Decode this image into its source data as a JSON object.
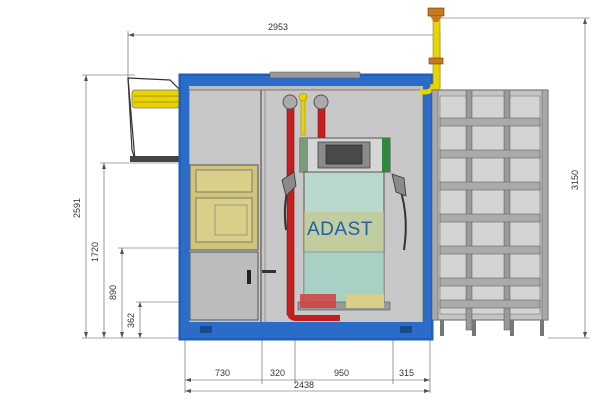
{
  "dimensions": {
    "total_width_top": "2953",
    "total_width_bottom": "2438",
    "height_left_outer": "2591",
    "height_right": "3150",
    "height_1720": "1720",
    "height_890": "890",
    "height_362": "362",
    "seg_730": "730",
    "seg_320": "320",
    "seg_950": "950",
    "seg_315": "315"
  },
  "dispenser": {
    "brand": "ADAST"
  },
  "colors": {
    "container_frame": "#1f5fb8",
    "panel_grey": "#c8c8c8",
    "pipe_red": "#c41e1e",
    "pipe_yellow": "#e8d200",
    "cabinet_olive": "#cfc57a",
    "dispenser_glass": "#b8d8cc"
  }
}
